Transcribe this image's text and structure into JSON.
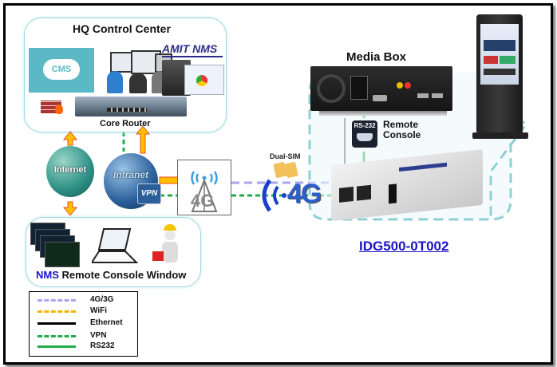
{
  "diagram": {
    "hq_panel": {
      "title": "HQ Control Center",
      "cms_label": "CMS",
      "nms_logo": "AMIT NMS",
      "router_label": "Core Router"
    },
    "clouds": {
      "internet_label": "Internet",
      "intranet_label": "Intranet",
      "vpn_badge": "VPN"
    },
    "tower": {
      "label": "4G"
    },
    "wireless": {
      "sim_label": "Dual-SIM",
      "label": "4G"
    },
    "media_box": {
      "title": "Media Box"
    },
    "remote_console": {
      "port_label": "RS-232",
      "label_line1": "Remote",
      "label_line2": "Console"
    },
    "nms_panel": {
      "title_prefix": "NMS",
      "title_rest": " Remote Console Window"
    },
    "device": {
      "model": "IDG500-0T002"
    },
    "legend": [
      {
        "label": "4G/3G",
        "style": "dashed",
        "color": "#a9a6f0"
      },
      {
        "label": "WiFi",
        "style": "dashed",
        "color": "#f4b400"
      },
      {
        "label": "Ethernet",
        "style": "solid",
        "color": "#000000"
      },
      {
        "label": "VPN",
        "style": "dashed",
        "color": "#1fae4a"
      },
      {
        "label": "RS232",
        "style": "solid",
        "color": "#1fae4a"
      }
    ],
    "colors": {
      "panel_border": "#9fd8dd",
      "model_text": "#1a14c8",
      "nms_prefix": "#1a14c8",
      "arrow_fill": "#ffc000",
      "arrow_edge": "#e8501a"
    }
  }
}
